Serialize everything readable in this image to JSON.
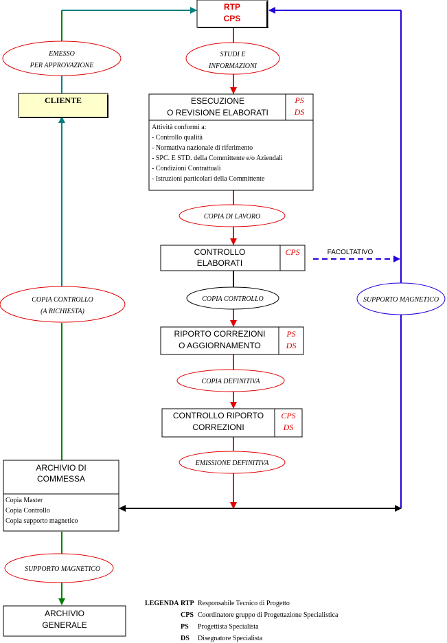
{
  "colors": {
    "red": "#e00000",
    "teal": "#008080",
    "green": "#008000",
    "blue": "#2200dd",
    "black": "#000000",
    "cliente_fill": "#ffffcc"
  },
  "top_box": {
    "line1": "RTP",
    "line2": "CPS"
  },
  "ellipses": {
    "emesso_1": "EMESSO",
    "emesso_2": "PER APPROVAZIONE",
    "studi_1": "STUDI E",
    "studi_2": "INFORMAZIONI",
    "copia_lavoro": "COPIA DI LAVORO",
    "copia_controllo_mid": "COPIA CONTROLLO",
    "copia_controllo_left_1": "COPIA CONTROLLO",
    "copia_controllo_left_2": "(A RICHIESTA)",
    "supporto_right": "SUPPORTO MAGNETICO",
    "copia_definitiva": "COPIA DEFINITIVA",
    "emissione_definitiva": "EMISSIONE DEFINITIVA",
    "supporto_bottom": "SUPPORTO MAGNETICO"
  },
  "cliente": "CLIENTE",
  "esecuzione": {
    "title_1": "ESECUZIONE",
    "title_2": "O REVISIONE ELABORATI",
    "role_1": "PS",
    "role_2": "DS",
    "activities_title": "Attività conformi a:",
    "activities": [
      "- Controllo qualità",
      "- Normativa nazionale di riferimento",
      "- SPC. E STD. della Committente e/o Aziendali",
      "- Condizioni Contrattuali",
      "- Istruzioni particolari della Committente"
    ]
  },
  "controllo": {
    "title_1": "CONTROLLO",
    "title_2": "ELABORATI",
    "role_1": "CPS"
  },
  "facoltativo": "FACOLTATIVO",
  "riporto": {
    "title_1": "RIPORTO CORREZIONI",
    "title_2": "O AGGIORNAMENTO",
    "role_1": "PS",
    "role_2": "DS"
  },
  "controllo_riporto": {
    "title_1": "CONTROLLO RIPORTO",
    "title_2": "CORREZIONI",
    "role_1": "CPS",
    "role_2": "DS"
  },
  "archivio_commessa": {
    "title_1": "ARCHIVIO DI",
    "title_2": "COMMESSA",
    "items": [
      "Copia Master",
      "Copia Controllo",
      "Copia supporto magnetico"
    ]
  },
  "archivio_generale": {
    "title_1": "ARCHIVIO",
    "title_2": "GENERALE"
  },
  "legend": {
    "label": "LEGENDA",
    "entries": [
      {
        "code": "RTP",
        "text": "Responsabile Tecnico di Progetto"
      },
      {
        "code": "CPS",
        "text": "Coordinatore gruppo di Progettazione Specialistica"
      },
      {
        "code": "PS",
        "text": "Progettista Specialista"
      },
      {
        "code": "DS",
        "text": "Disegnatore Specialista"
      }
    ]
  }
}
